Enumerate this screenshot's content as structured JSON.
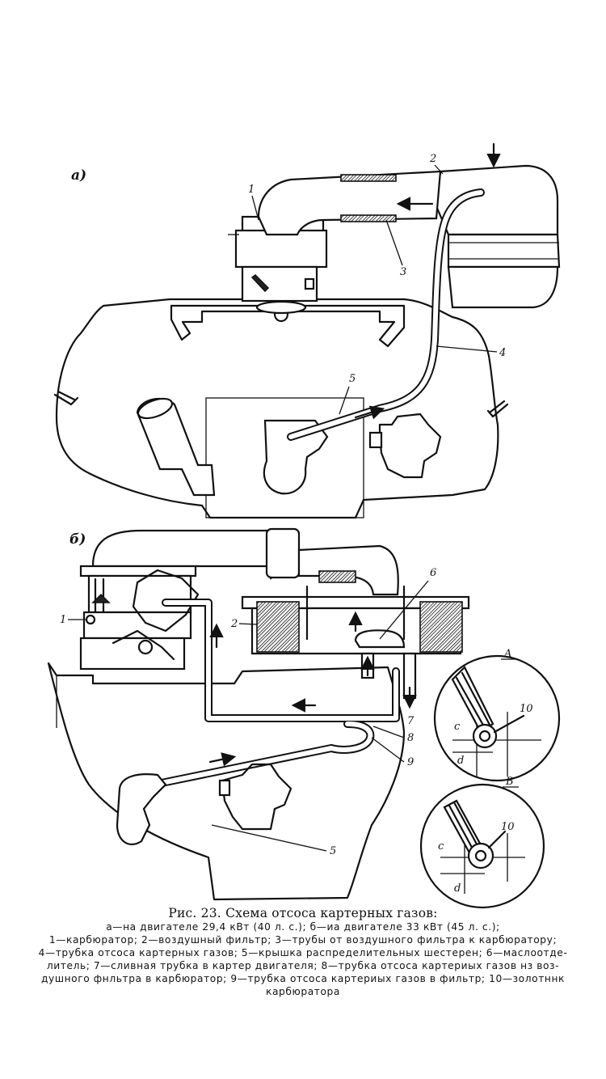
{
  "panels": {
    "a": {
      "label": "а)"
    },
    "b": {
      "label": "б)"
    }
  },
  "callouts_a": {
    "n1": "1",
    "n2": "2",
    "n3": "3",
    "n4": "4",
    "n5": "5"
  },
  "callouts_b": {
    "n1": "1",
    "n2": "2",
    "n5": "5",
    "n6": "6",
    "n7": "7",
    "n8": "8",
    "n9": "9"
  },
  "insets": {
    "A": {
      "title": "A",
      "c": "c",
      "d": "d",
      "n10": "10"
    },
    "B": {
      "title": "B",
      "c": "c",
      "d": "d",
      "n10": "10"
    }
  },
  "caption": {
    "title": "Рис. 23. Схема отсоса картерных газов:",
    "line1": "а—на двигателе 29,4 кВт (40 л. с.); б—иа двигателе 33 кВт (45 л. с.);",
    "line2": "1—карбюратор; 2—воздушный фильтр; 3—трубы от воздушного фильтра к карбюратору;",
    "line3": "4—трубка отсоса картерных газов; 5—крышка распределительных шестерен; 6—маслоотде-",
    "line4": "литель; 7—сливная трубка в картер двигателя; 8—трубка отсоса картериых газов нз воз-",
    "line5": "душного фнльтра в карбюратор; 9—трубка отсоса картериых газов в фильтр; 10—золотннк",
    "line6": "карбюратора"
  }
}
